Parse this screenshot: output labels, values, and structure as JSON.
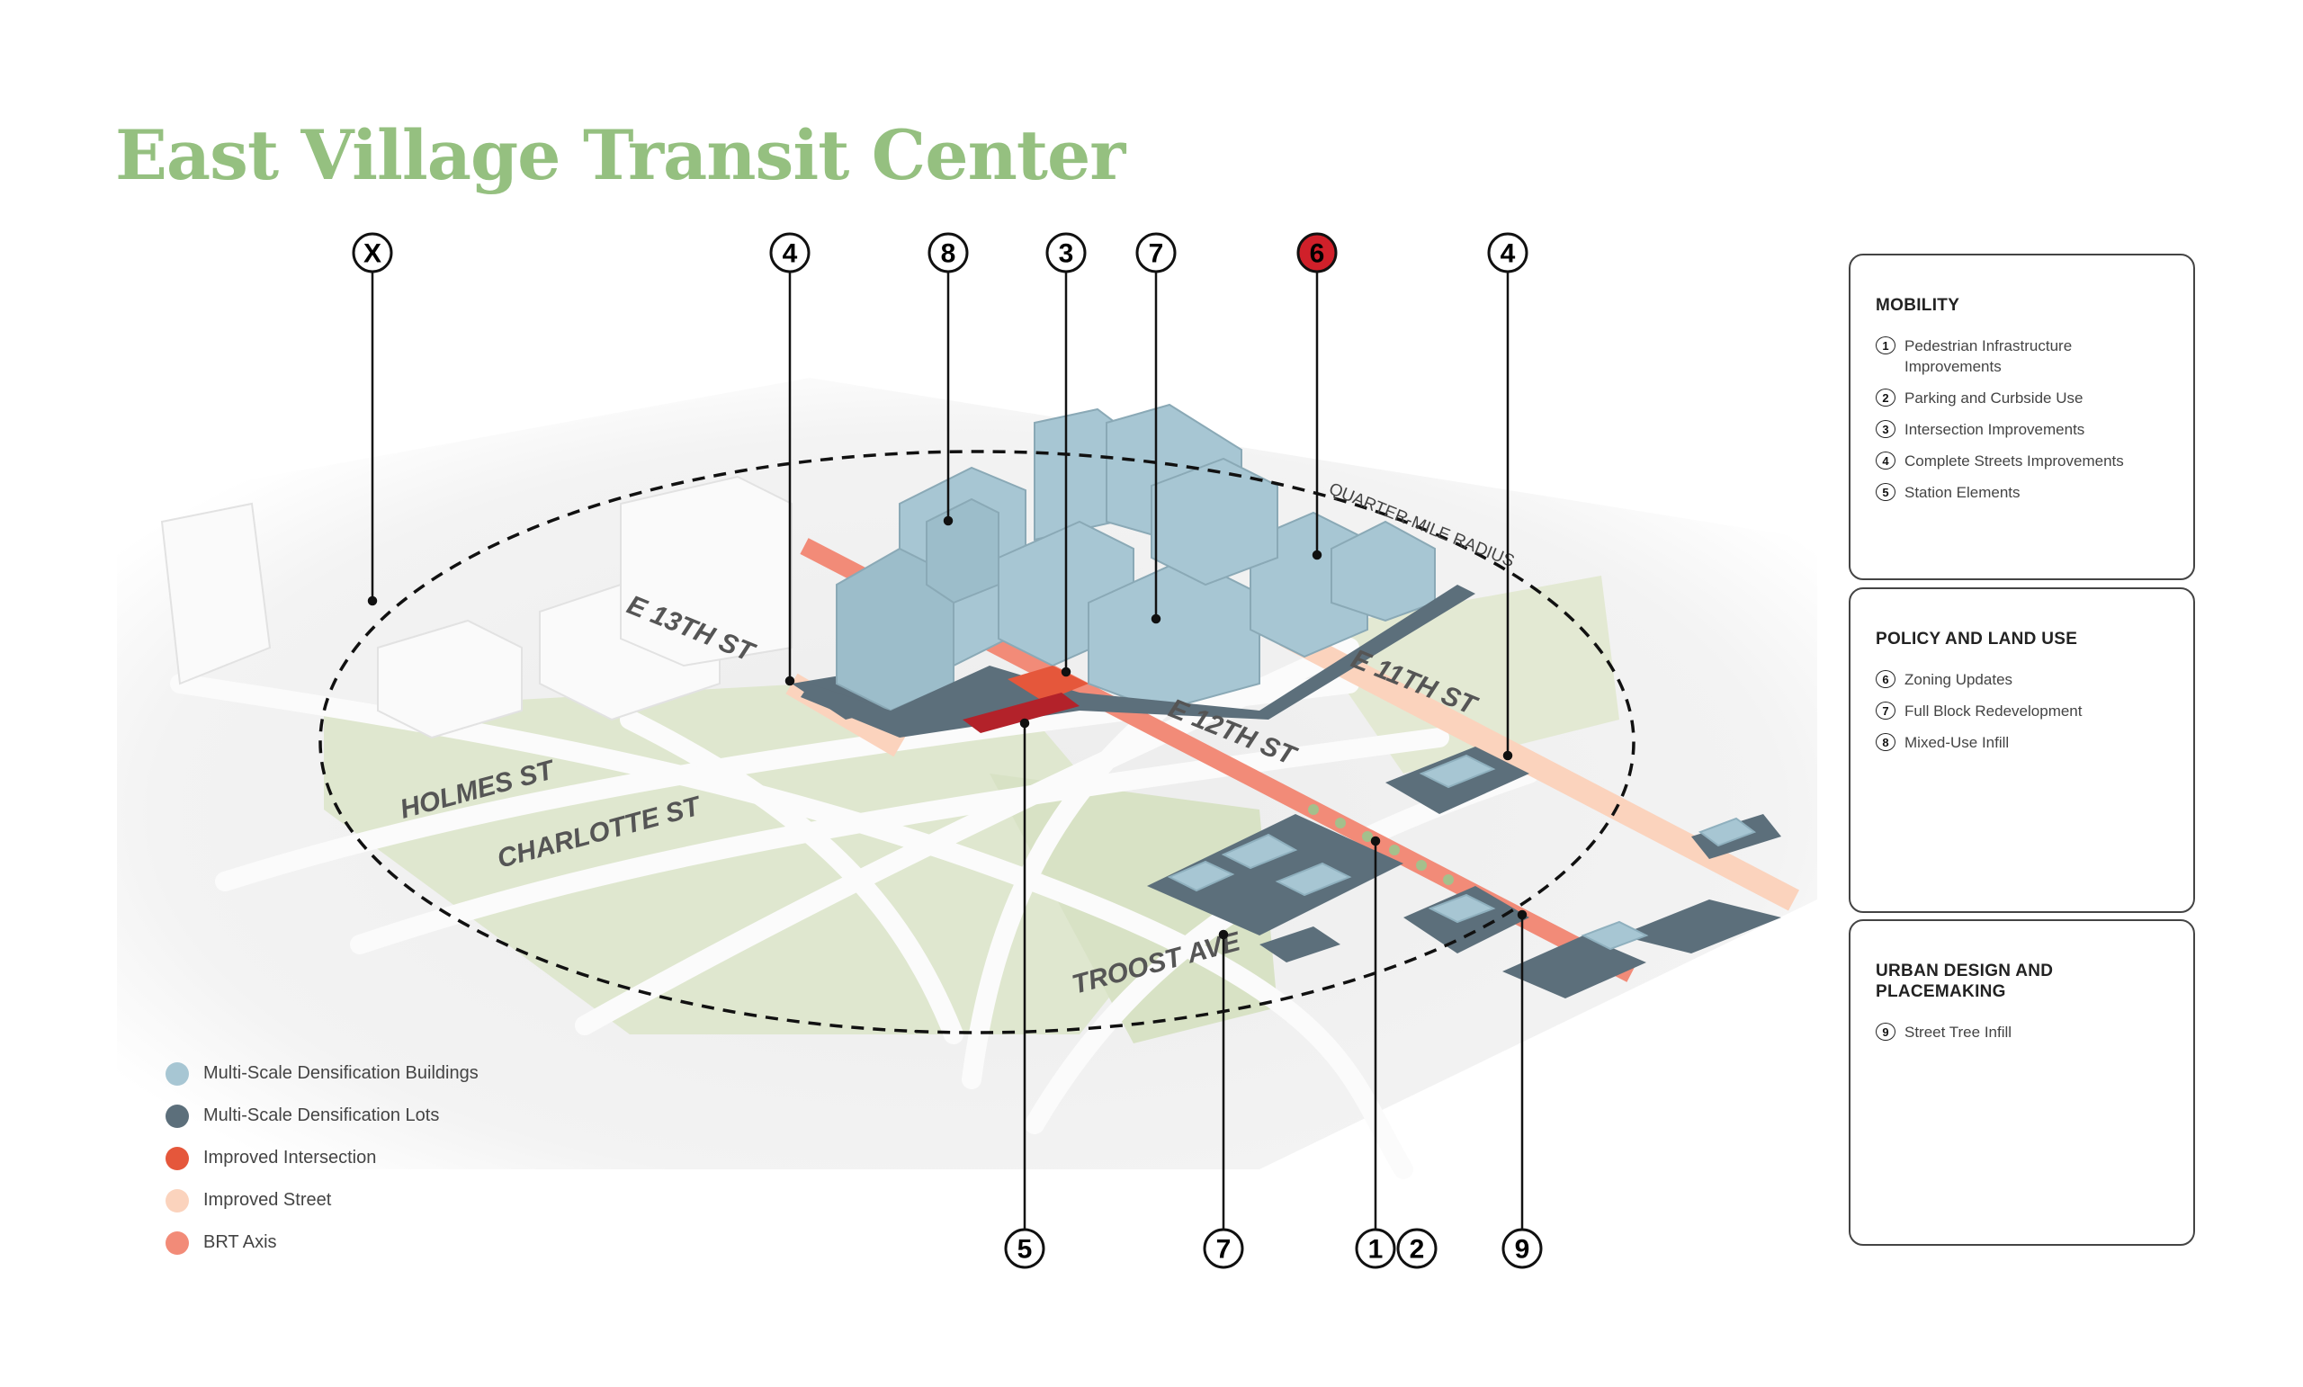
{
  "title": "East Village Transit Center",
  "map": {
    "radius_label": "QUARTER-MILE RADIUS",
    "streets": [
      "E 13TH ST",
      "E 11TH ST",
      "E 12TH ST",
      "HOLMES ST",
      "CHARLOTTE ST",
      "TROOST AVE"
    ]
  },
  "callouts": {
    "top": [
      "X",
      "4",
      "8",
      "3",
      "7",
      "6",
      "4"
    ],
    "bottom": [
      "5",
      "7",
      "1",
      "2",
      "9"
    ]
  },
  "panels": [
    {
      "heading": "MOBILITY",
      "items": [
        {
          "num": "1",
          "label": "Pedestrian Infrastructure Improvements"
        },
        {
          "num": "2",
          "label": "Parking and Curbside Use"
        },
        {
          "num": "3",
          "label": "Intersection Improvements"
        },
        {
          "num": "4",
          "label": "Complete Streets Improvements"
        },
        {
          "num": "5",
          "label": "Station Elements"
        }
      ]
    },
    {
      "heading": "POLICY AND LAND USE",
      "items": [
        {
          "num": "6",
          "label": "Zoning Updates"
        },
        {
          "num": "7",
          "label": "Full Block Redevelopment"
        },
        {
          "num": "8",
          "label": "Mixed-Use Infill"
        }
      ]
    },
    {
      "heading": "URBAN DESIGN AND PLACEMAKING",
      "items": [
        {
          "num": "9",
          "label": "Street Tree Infill"
        }
      ]
    }
  ],
  "legend": [
    {
      "label": "Multi-Scale Densification Buildings",
      "color": "#a7c6d3"
    },
    {
      "label": "Multi-Scale Densification Lots",
      "color": "#5c6f7b"
    },
    {
      "label": "Improved Intersection",
      "color": "#e5573b"
    },
    {
      "label": "Improved Street",
      "color": "#fbd3bd"
    },
    {
      "label": "BRT Axis",
      "color": "#f28b78"
    }
  ],
  "colors": {
    "title": "#95c080",
    "highlight_callout": "#d0202a"
  }
}
